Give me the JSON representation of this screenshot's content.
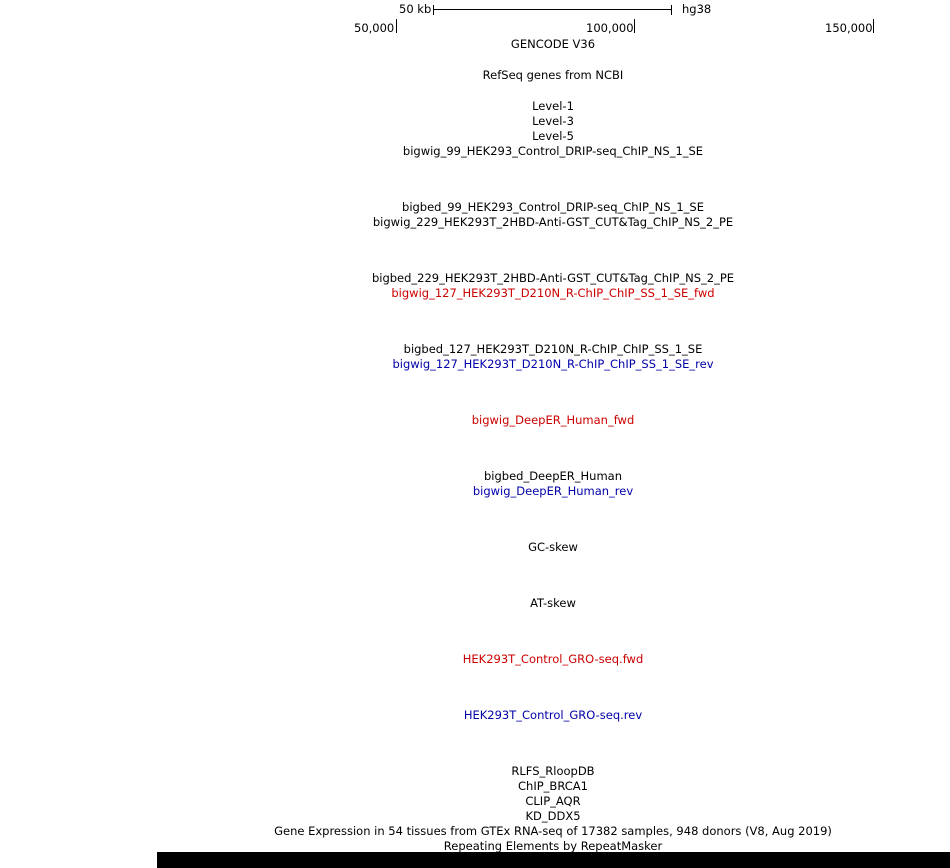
{
  "scale": {
    "label": "50 kb",
    "assembly": "hg38"
  },
  "ruler": {
    "positions": [
      "50,000",
      "100,000",
      "150,000"
    ]
  },
  "tracks": {
    "gencode": {
      "label": "GENCODE V36",
      "color": "#000000"
    },
    "refseq": {
      "label": "RefSeq genes from NCBI",
      "color": "#000000"
    },
    "level1": {
      "label": "Level-1",
      "color": "#000000"
    },
    "level3": {
      "label": "Level-3",
      "color": "#000000"
    },
    "level5": {
      "label": "Level-5",
      "color": "#000000"
    },
    "bw99": {
      "label": "bigwig_99_HEK293_Control_DRIP-seq_ChIP_NS_1_SE",
      "color": "#000000"
    },
    "bb99": {
      "label": "bigbed_99_HEK293_Control_DRIP-seq_ChIP_NS_1_SE",
      "color": "#000000"
    },
    "bw229": {
      "label": "bigwig_229_HEK293T_2HBD-Anti-GST_CUT&Tag_ChIP_NS_2_PE",
      "color": "#000000"
    },
    "bb229": {
      "label": "bigbed_229_HEK293T_2HBD-Anti-GST_CUT&Tag_ChIP_NS_2_PE",
      "color": "#000000"
    },
    "bw127fwd": {
      "label": "bigwig_127_HEK293T_D210N_R-ChIP_ChIP_SS_1_SE_fwd",
      "color": "#cc0000"
    },
    "bb127": {
      "label": "bigbed_127_HEK293T_D210N_R-ChIP_ChIP_SS_1_SE",
      "color": "#000000"
    },
    "bw127rev": {
      "label": "bigwig_127_HEK293T_D210N_R-ChIP_ChIP_SS_1_SE_rev",
      "color": "#0000aa"
    },
    "deeperFwd": {
      "label": "bigwig_DeepER_Human_fwd",
      "color": "#cc0000"
    },
    "deeperBed": {
      "label": "bigbed_DeepER_Human",
      "color": "#000000"
    },
    "deeperRev": {
      "label": "bigwig_DeepER_Human_rev",
      "color": "#0000aa"
    },
    "gcskew": {
      "label": "GC-skew",
      "color": "#000000"
    },
    "atskew": {
      "label": "AT-skew",
      "color": "#000000"
    },
    "groFwd": {
      "label": "HEK293T_Control_GRO-seq.fwd",
      "color": "#cc0000"
    },
    "groRev": {
      "label": "HEK293T_Control_GRO-seq.rev",
      "color": "#0000aa"
    },
    "rlfs": {
      "label": "RLFS_RloopDB",
      "color": "#000000"
    },
    "brca1": {
      "label": "ChIP_BRCA1",
      "color": "#000000"
    },
    "aqr": {
      "label": "CLIP_AQR",
      "color": "#000000"
    },
    "ddx5": {
      "label": "KD_DDX5",
      "color": "#000000"
    },
    "gtex": {
      "label": "Gene Expression in 54 tissues from GTEx RNA-seq of 17382 samples, 948 donors (V8, Aug 2019)",
      "color": "#000000"
    },
    "rmsk": {
      "label": "Repeating Elements by RepeatMasker",
      "color": "#000000"
    }
  }
}
